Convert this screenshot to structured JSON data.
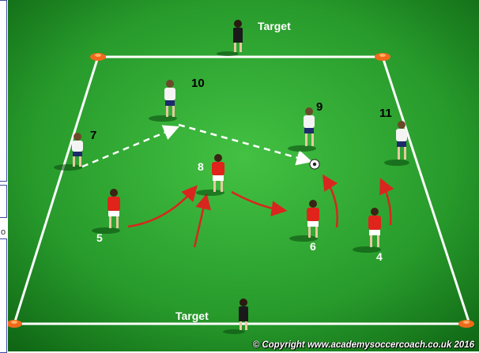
{
  "diagram": {
    "target_top_label": "Target",
    "target_bottom_label": "Target",
    "copyright": "© Copyright www.academysoccercoach.co.uk 2016",
    "side_fragment": "o",
    "white_team": [
      {
        "number": "10"
      },
      {
        "number": "7"
      },
      {
        "number": "9"
      },
      {
        "number": "11"
      }
    ],
    "red_team": [
      {
        "number": "8"
      },
      {
        "number": "5"
      },
      {
        "number": "6"
      },
      {
        "number": "4"
      }
    ],
    "colors": {
      "pitch_light": "#3fb83f",
      "pitch_dark": "#0f6a14",
      "line": "#ffffff",
      "red_kit": "#e0241b",
      "white_kit": "#f4f4f4",
      "keeper_kit": "#1a1a1a",
      "arrow_red": "#d8261e",
      "cone": "#f06a1c"
    }
  }
}
